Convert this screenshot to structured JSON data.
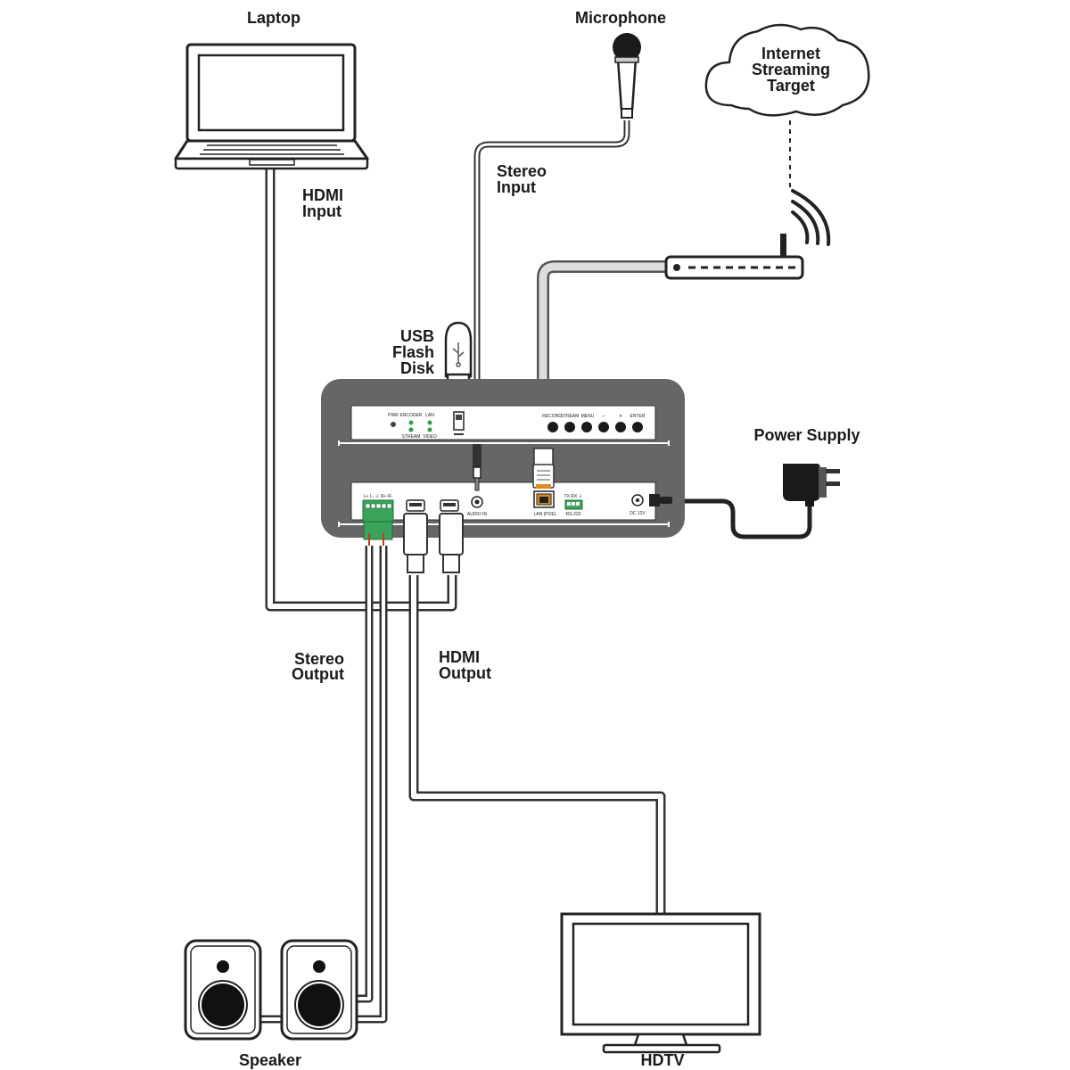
{
  "labels": {
    "laptop": "Laptop",
    "microphone": "Microphone",
    "cloud_line1": "Internet",
    "cloud_line2": "Streaming",
    "cloud_line3": "Target",
    "hdmi_input_line1": "HDMI",
    "hdmi_input_line2": "Input",
    "stereo_input_line1": "Stereo",
    "stereo_input_line2": "Input",
    "usb_line1": "USB",
    "usb_line2": "Flash",
    "usb_line3": "Disk",
    "power_supply": "Power Supply",
    "stereo_output_line1": "Stereo",
    "stereo_output_line2": "Output",
    "hdmi_output_line1": "HDMI",
    "hdmi_output_line2": "Output",
    "speaker": "Speaker",
    "hdtv": "HDTV"
  },
  "device": {
    "front": {
      "pwr": "PWR",
      "encoder": "ENCODER",
      "lan": "LAN",
      "stream": "STREAM",
      "video": "VIDEO",
      "record": "RECORD",
      "stream_btn": "STREAM",
      "menu": "MENU",
      "minus": "–",
      "plus": "+",
      "enter": "ENTER"
    },
    "rear": {
      "audio_terminals": "L+ L- ⏚ R+ R-",
      "audio_in": "AUDIO IN",
      "lan_poe": "LAN (POE)",
      "rs232_pins": "TX RX ⏚",
      "rs232": "RS-232",
      "dc": "DC 12V"
    }
  },
  "colors": {
    "device_body": "#666666",
    "cable_outline": "#333333",
    "terminal_green": "#3aa55a",
    "led_green": "#2e9e48",
    "rj45_orange": "#e08a1e"
  }
}
